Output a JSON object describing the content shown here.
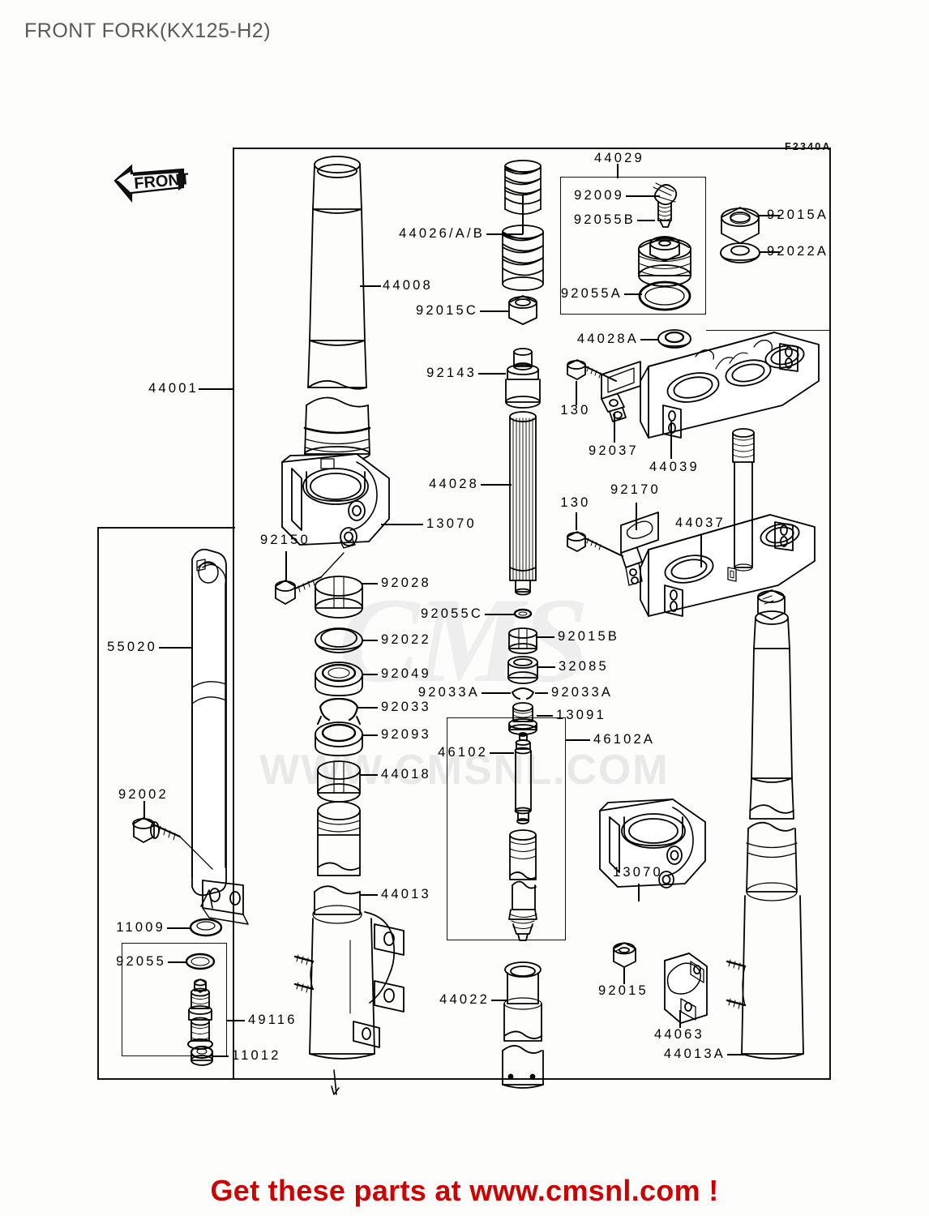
{
  "document": {
    "title": "FRONT FORK(KX125-H2)",
    "sheet_code": "F2340A",
    "banner": "Get these parts at www.cmsnl.com !",
    "watermark_text": "WWW.CMSNL.COM",
    "watermark_logo": "CMS",
    "front_marker": "FRONT",
    "ink_color": "#000000",
    "banner_color": "#cc0000",
    "title_color": "#595959"
  },
  "callouts": {
    "c44001": {
      "label": "44001"
    },
    "c44008": {
      "label": "44008"
    },
    "c44026": {
      "label": "44026/A/B"
    },
    "c92015C": {
      "label": "92015C"
    },
    "c92143": {
      "label": "92143"
    },
    "c44028": {
      "label": "44028"
    },
    "c44029": {
      "label": "44029"
    },
    "c92009": {
      "label": "92009"
    },
    "c92055B": {
      "label": "92055B"
    },
    "c92055A": {
      "label": "92055A"
    },
    "c92015A": {
      "label": "92015A"
    },
    "c92022A": {
      "label": "92022A"
    },
    "c44028A": {
      "label": "44028A"
    },
    "c130_top": {
      "label": "130"
    },
    "c92037": {
      "label": "92037"
    },
    "c44039": {
      "label": "44039"
    },
    "c130_bot": {
      "label": "130"
    },
    "c92170": {
      "label": "92170"
    },
    "c44037": {
      "label": "44037"
    },
    "c13070_up": {
      "label": "13070"
    },
    "c92150": {
      "label": "92150"
    },
    "c92028": {
      "label": "92028"
    },
    "c92022": {
      "label": "92022"
    },
    "c92049": {
      "label": "92049"
    },
    "c92033": {
      "label": "92033"
    },
    "c92093": {
      "label": "92093"
    },
    "c44018": {
      "label": "44018"
    },
    "c92055C": {
      "label": "92055C"
    },
    "c92015B": {
      "label": "92015B"
    },
    "c32085": {
      "label": "32085"
    },
    "c92033A_l": {
      "label": "92033A"
    },
    "c92033A_r": {
      "label": "92033A"
    },
    "c13091": {
      "label": "13091"
    },
    "c46102": {
      "label": "46102"
    },
    "c46102A": {
      "label": "46102A"
    },
    "c55020": {
      "label": "55020"
    },
    "c92002": {
      "label": "92002"
    },
    "c11009": {
      "label": "11009"
    },
    "c92055": {
      "label": "92055"
    },
    "c49116": {
      "label": "49116"
    },
    "c11012": {
      "label": "11012"
    },
    "c44013": {
      "label": "44013"
    },
    "c44022": {
      "label": "44022"
    },
    "c13070_lo": {
      "label": "13070"
    },
    "c92015": {
      "label": "92015"
    },
    "c44063": {
      "label": "44063"
    },
    "c44013A": {
      "label": "44013A"
    }
  },
  "parts_list": [
    "44001",
    "44008",
    "44026/A/B",
    "92015C",
    "92143",
    "44028",
    "44029",
    "92009",
    "92055B",
    "92055A",
    "92015A",
    "92022A",
    "44028A",
    "130",
    "92037",
    "44039",
    "92170",
    "44037",
    "13070",
    "92150",
    "92028",
    "92022",
    "92049",
    "92033",
    "92093",
    "44018",
    "92055C",
    "92015B",
    "32085",
    "92033A",
    "13091",
    "46102",
    "46102A",
    "55020",
    "92002",
    "11009",
    "92055",
    "49116",
    "11012",
    "44013",
    "44022",
    "92015",
    "44063",
    "44013A"
  ]
}
